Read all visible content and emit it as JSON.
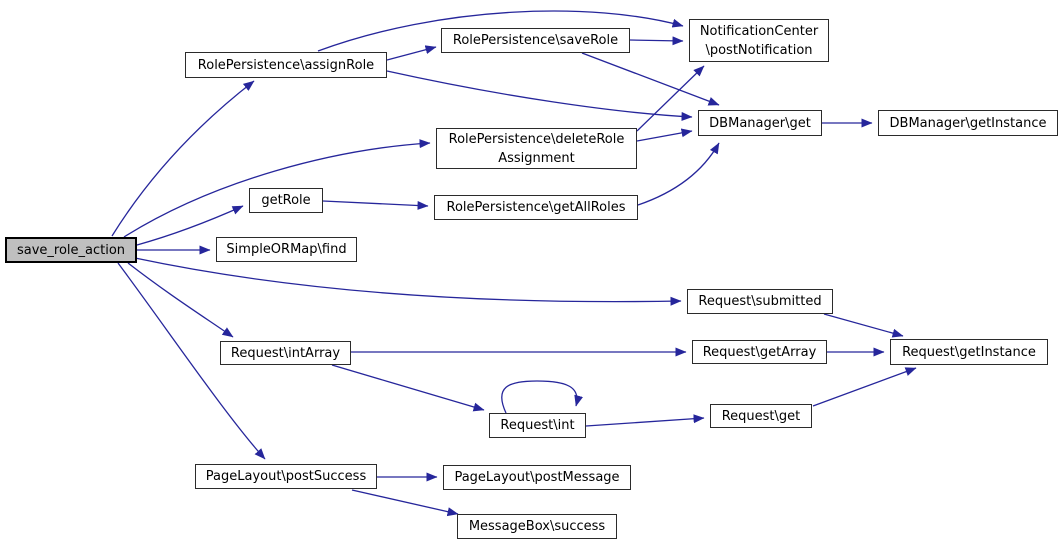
{
  "diagram": {
    "type": "call-graph",
    "background_color": "#ffffff",
    "edge_color": "#26269B",
    "node_fill_color": "#ffffff",
    "node_border_color": "#2b2b2b",
    "root_node_fill_color": "#bfbfbf",
    "root_node_border_color": "#000000",
    "text_color": "#000000"
  },
  "nodes": [
    {
      "id": "save_role_action",
      "label": "save_role_action",
      "root": true
    },
    {
      "id": "assignRole",
      "label": "RolePersistence\\assignRole"
    },
    {
      "id": "saveRole",
      "label": "RolePersistence\\saveRole"
    },
    {
      "id": "postNotification",
      "label": "NotificationCenter\n\\postNotification"
    },
    {
      "id": "dbget",
      "label": "DBManager\\get"
    },
    {
      "id": "dbgetInstance",
      "label": "DBManager\\getInstance"
    },
    {
      "id": "deleteRoleAssignment",
      "label": "RolePersistence\\deleteRole\nAssignment"
    },
    {
      "id": "getRole",
      "label": "getRole"
    },
    {
      "id": "getAllRoles",
      "label": "RolePersistence\\getAllRoles"
    },
    {
      "id": "find",
      "label": "SimpleORMap\\find"
    },
    {
      "id": "submitted",
      "label": "Request\\submitted"
    },
    {
      "id": "intArray",
      "label": "Request\\intArray"
    },
    {
      "id": "getArray",
      "label": "Request\\getArray"
    },
    {
      "id": "getInstance",
      "label": "Request\\getInstance"
    },
    {
      "id": "int",
      "label": "Request\\int"
    },
    {
      "id": "get",
      "label": "Request\\get"
    },
    {
      "id": "postSuccess",
      "label": "PageLayout\\postSuccess"
    },
    {
      "id": "postMessage",
      "label": "PageLayout\\postMessage"
    },
    {
      "id": "success",
      "label": "MessageBox\\success"
    }
  ],
  "edges": [
    {
      "from": "save_role_action",
      "to": "assignRole"
    },
    {
      "from": "save_role_action",
      "to": "deleteRoleAssignment"
    },
    {
      "from": "save_role_action",
      "to": "getRole"
    },
    {
      "from": "save_role_action",
      "to": "find"
    },
    {
      "from": "save_role_action",
      "to": "submitted"
    },
    {
      "from": "save_role_action",
      "to": "intArray"
    },
    {
      "from": "save_role_action",
      "to": "postSuccess"
    },
    {
      "from": "assignRole",
      "to": "saveRole"
    },
    {
      "from": "assignRole",
      "to": "postNotification"
    },
    {
      "from": "assignRole",
      "to": "dbget"
    },
    {
      "from": "saveRole",
      "to": "postNotification"
    },
    {
      "from": "saveRole",
      "to": "dbget"
    },
    {
      "from": "deleteRoleAssignment",
      "to": "postNotification"
    },
    {
      "from": "deleteRoleAssignment",
      "to": "dbget"
    },
    {
      "from": "dbget",
      "to": "dbgetInstance"
    },
    {
      "from": "getRole",
      "to": "getAllRoles"
    },
    {
      "from": "getAllRoles",
      "to": "dbget"
    },
    {
      "from": "submitted",
      "to": "getInstance"
    },
    {
      "from": "intArray",
      "to": "getArray"
    },
    {
      "from": "intArray",
      "to": "int"
    },
    {
      "from": "getArray",
      "to": "getInstance"
    },
    {
      "from": "int",
      "to": "int"
    },
    {
      "from": "int",
      "to": "get"
    },
    {
      "from": "get",
      "to": "getInstance"
    },
    {
      "from": "postSuccess",
      "to": "postMessage"
    },
    {
      "from": "postSuccess",
      "to": "success"
    }
  ]
}
